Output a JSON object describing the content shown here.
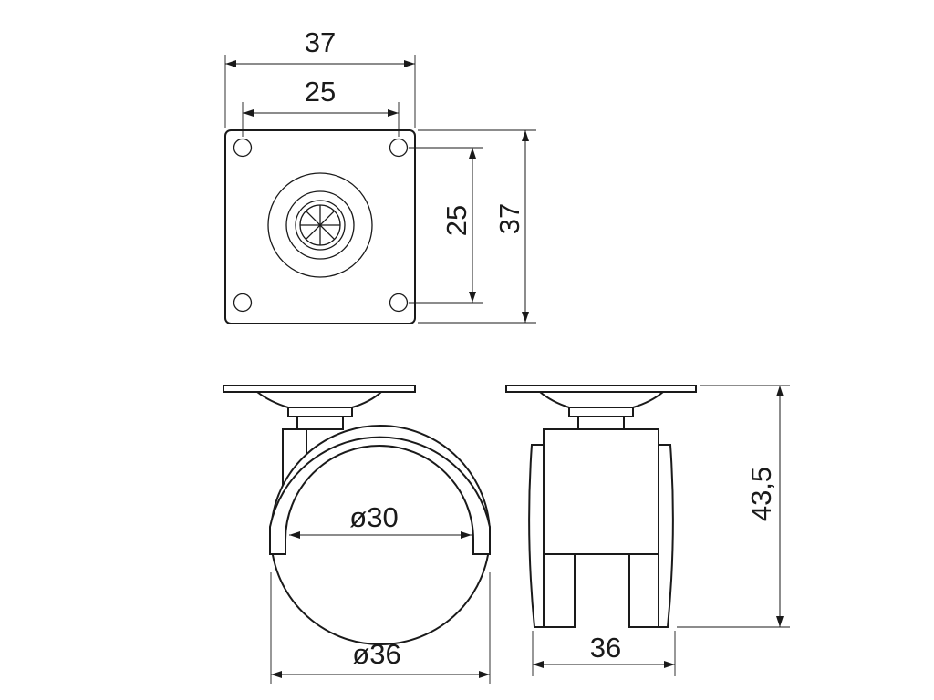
{
  "dimensions": {
    "plate_width": "37",
    "plate_hole_spacing_h": "25",
    "plate_hole_spacing_v": "25",
    "plate_height": "37",
    "wheel_inner_diameter": "ø30",
    "wheel_outer_diameter": "ø36",
    "wheel_width": "36",
    "total_height": "43,5"
  }
}
